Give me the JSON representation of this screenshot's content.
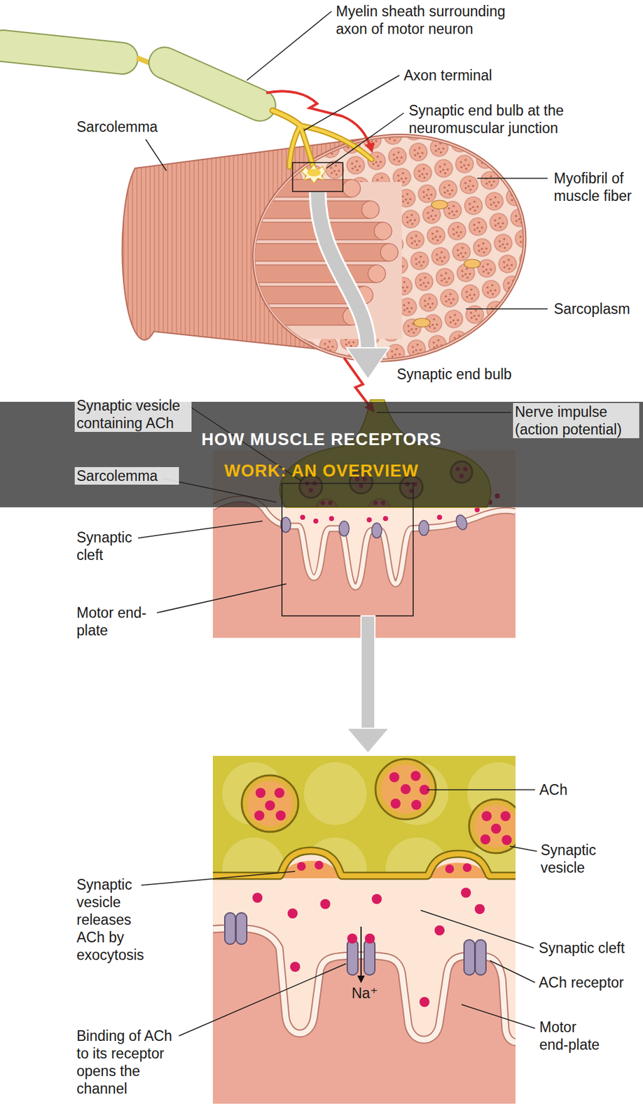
{
  "diagram": {
    "title": "HOW MUSCLE RECEPTORS WORK: AN OVERVIEW",
    "labels": [
      "Myelin sheath surrounding axon of motor neuron",
      "Axon terminal",
      "Sarcolemma",
      "Synaptic end bulb at the neuromuscular junction",
      "Myofibril of muscle fiber",
      "Sarcoplasm",
      "Synaptic end bulb",
      "Synaptic vesicle containing ACh",
      "Nerve impulse (action potential)",
      "Sarcolemma",
      "Synaptic cleft",
      "Motor end-plate",
      "ACh",
      "Synaptic vesicle",
      "Synaptic vesicle releases ACh by exocytosis",
      "Synaptic cleft",
      "ACh receptor",
      "Motor end-plate",
      "Binding of ACh to its receptor opens the channel",
      "Na⁺"
    ]
  }
}
